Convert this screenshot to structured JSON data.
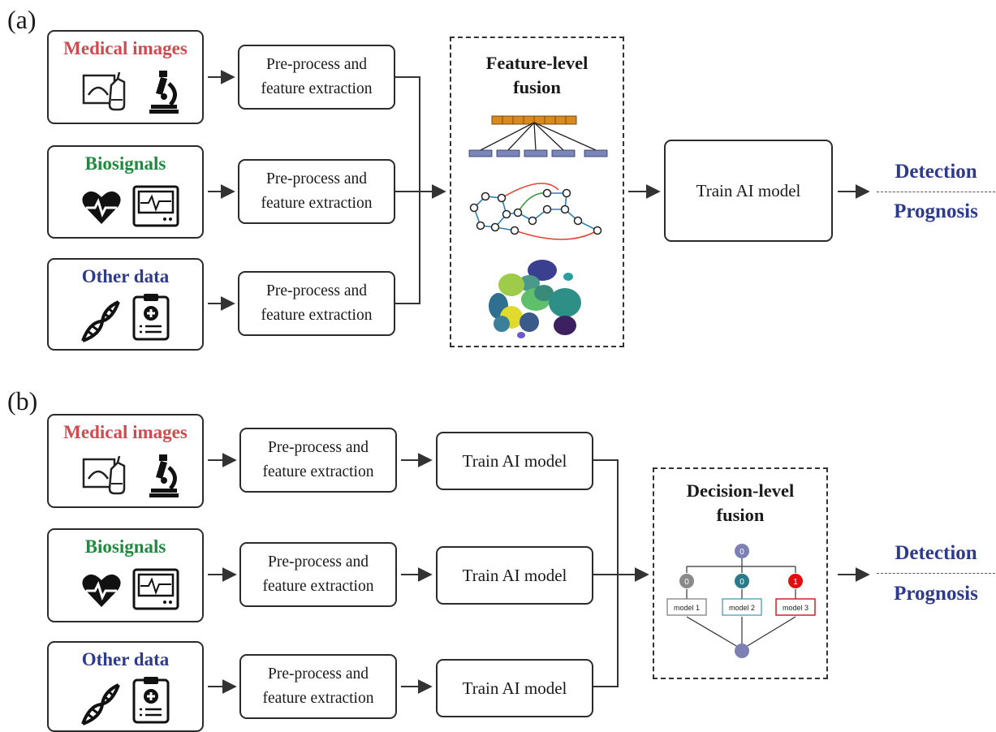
{
  "panels": {
    "a": {
      "label": "(a)",
      "sources": [
        {
          "title": "Medical images",
          "color": "#d04a4f",
          "icons": [
            "ultrasound-probe-icon",
            "microscope-icon"
          ]
        },
        {
          "title": "Biosignals",
          "color": "#1f8a3f",
          "icons": [
            "heart-pulse-icon",
            "vital-monitor-icon"
          ]
        },
        {
          "title": "Other data",
          "color": "#2e3a8c",
          "icons": [
            "dna-icon",
            "clipboard-medical-icon"
          ]
        }
      ],
      "preprocess": [
        "Pre-process and",
        "feature extraction"
      ],
      "fusion_title": [
        "Feature-level",
        "fusion"
      ],
      "train": "Train AI model",
      "outcomes": [
        "Detection",
        "Prognosis"
      ]
    },
    "b": {
      "label": "(b)",
      "sources": [
        {
          "title": "Medical images",
          "color": "#d04a4f"
        },
        {
          "title": "Biosignals",
          "color": "#1f8a3f"
        },
        {
          "title": "Other data",
          "color": "#2e3a8c"
        }
      ],
      "preprocess": [
        "Pre-process and",
        "feature extraction"
      ],
      "train": "Train AI model",
      "fusion_title": [
        "Decision-level",
        "fusion"
      ],
      "ensemble": {
        "top_output": "0",
        "model_outputs": [
          "0",
          "0",
          "1"
        ],
        "models": [
          "model 1",
          "model 2",
          "model 3"
        ]
      },
      "outcomes": [
        "Detection",
        "Prognosis"
      ]
    }
  },
  "colors": {
    "medical": "#d04a4f",
    "bio": "#1f8a3f",
    "other": "#2e3a8c",
    "outcome": "#2e3a8c",
    "feature_bar": "#d98a1f",
    "feature_cell": "#7a86b8",
    "graph_edge": "#2d7fae",
    "graph_red": "#e0443a",
    "graph_green": "#3d9a45",
    "model2_border": "#3f8fb0",
    "model3_border": "#d22020",
    "node_gray": "#8a8a8a",
    "node_teal": "#2a7a8a",
    "node_red": "#e01010",
    "node_purple": "#7d80b3"
  }
}
